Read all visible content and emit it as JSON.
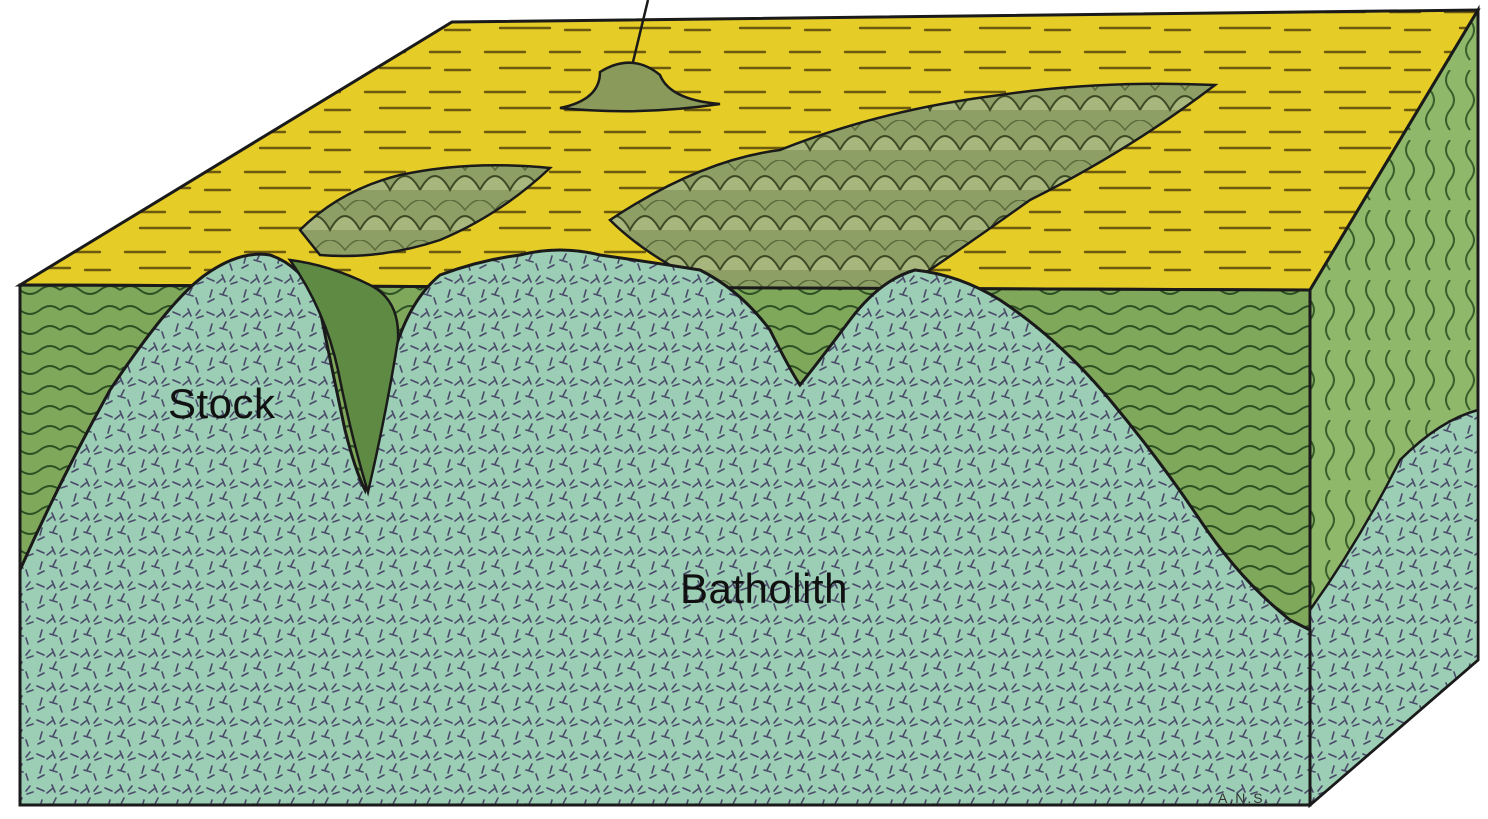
{
  "labels": {
    "stock": "Stock",
    "batholith": "Batholith"
  },
  "signature": "A.N.S.",
  "colors": {
    "background": "#ffffff",
    "surface_yellow": "#e6cc26",
    "surface_shadow": "#b8a21c",
    "country_rock_green": "#7fa85a",
    "country_rock_dark": "#4f7a3a",
    "side_face_green": "#8fb86a",
    "granite_teal": "#9ccdb5",
    "granite_speckle": "#4a4a6a",
    "outline": "#1a1a1a",
    "label_text": "#111111"
  },
  "icons": {
    "exposed_dome": "rounded-hill-icon",
    "stock_label_pointer": "pointer-line-icon"
  }
}
